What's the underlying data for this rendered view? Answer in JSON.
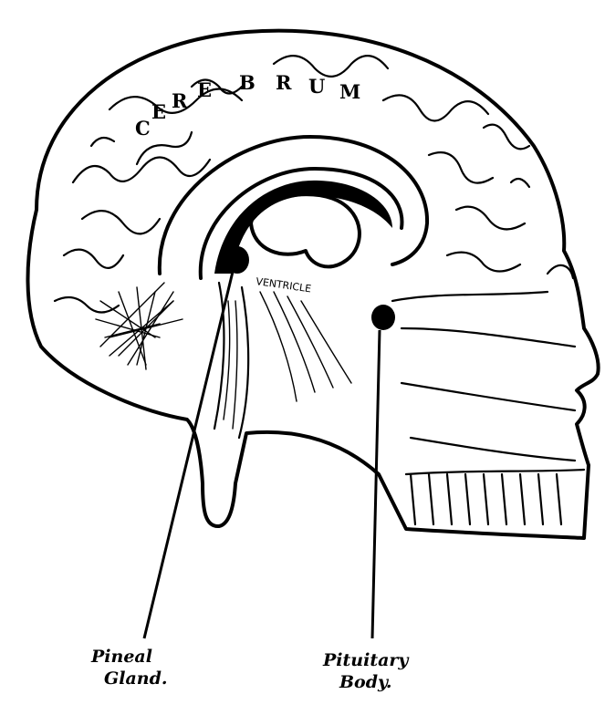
{
  "diagram": {
    "cerebrum_letters": [
      "C",
      "E",
      "R",
      "E",
      "B",
      "R",
      "U",
      "M"
    ],
    "ventricle_text": "VENTRICLE",
    "labels": {
      "pineal": [
        "Pineal",
        "Gland."
      ],
      "pituitary": [
        "Pituitary",
        "Body."
      ]
    }
  }
}
